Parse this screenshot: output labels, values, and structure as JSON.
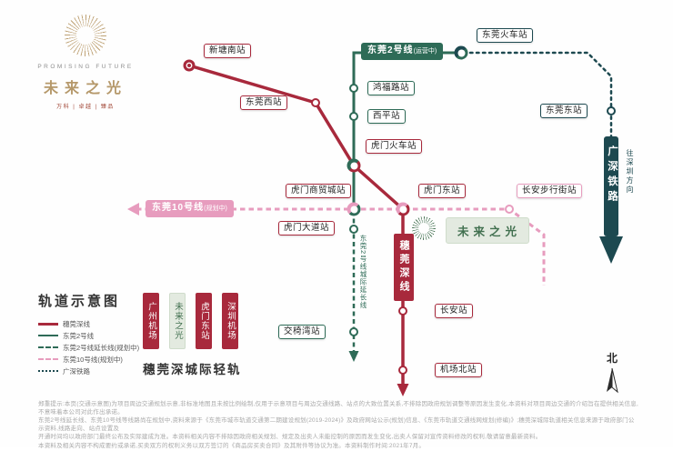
{
  "logo": {
    "en": "PROMISING FUTURE",
    "cn": "未来之光",
    "tagline": "万科 | 卓越 | 臻品"
  },
  "colors": {
    "sgs_red": "#a8293c",
    "line2_green": "#2e6b57",
    "line10_pink": "#e79cbe",
    "gsr_dark": "#1d4950",
    "brand_gold": "#b5986a",
    "project_green_bg": "#e3eae0",
    "project_green_text": "#41704f"
  },
  "map": {
    "line2_label": "东莞2号线",
    "line2_status": "(运营中)",
    "line10_label": "东莞10号线",
    "line10_status": "(规划中)",
    "sgs_label": "穗莞深线",
    "line2ext_label": "东莞2号线城际延长线",
    "line2ext_status": "(规划中)",
    "gsr_label": "广深铁路",
    "gsr_direction": "往深圳方向",
    "project_label": "未来之光",
    "stations": {
      "xtn": "新塘南站",
      "dgx": "东莞西站",
      "hfl": "鸿福路站",
      "xp": "西平站",
      "hmhcz": "虎门火车站",
      "dghcz": "东莞火车站",
      "dgd": "东莞东站",
      "hmsmc": "虎门商贸城站",
      "hmd": "虎门东站",
      "cabxj": "长安步行街站",
      "hmdd": "虎门大道站",
      "jyw": "交椅湾站",
      "ca": "长安站",
      "jcb": "机场北站"
    }
  },
  "legend": {
    "title": "轨道示意图",
    "items": [
      {
        "label": "穗莞深线"
      },
      {
        "label": "东莞2号线"
      },
      {
        "label": "东莞2号线延长线(规划中)"
      },
      {
        "label": "东莞10号线(规划中)"
      },
      {
        "label": "广深铁路"
      }
    ]
  },
  "mini": {
    "tags": [
      "广州机场",
      "未来之光",
      "虎门东站",
      "深圳机场"
    ],
    "caption": "穗莞深城际轻轨"
  },
  "compass": {
    "label": "北"
  },
  "disclaimer": {
    "line1": "郑重提示:本页(交通示意图)为项目周边交通规划示意,非标准地图且未按比例绘制,仅用于示意项目与周边交通线路、站点的大致位置关系,不排除因政府规划调整等原因发生变化,本资料对项目周边交通的介绍旨在提供相关信息,不意味着本公司对此作出承诺。",
    "line2": "东莞2号线延长线、东莞10号线等线路尚在规划中,资料来源于《东莞市城市轨道交通第二期建设规划(2019-2024)》及政府网站公示(规划)信息、《东莞市轨道交通线网规划(修编)》;穗莞深城际轨道相关信息来源于政府部门公示资料,线路走向、站点设置及",
    "line3": "开通时间均以政府部门最终公布及实际建成为准。本资料相关内容不排除因政府相关规划、规定及出卖人未能控制的原因而发生变化,出卖人保留对宣传资料修改的权利,敬请留意最新资料。",
    "line4": "本资料及相关内容不构成要约或承诺,买卖双方的权利义务以双方签订的《商品房买卖合同》及其附件等协议为准。本资料制作时间:2021年7月。"
  }
}
